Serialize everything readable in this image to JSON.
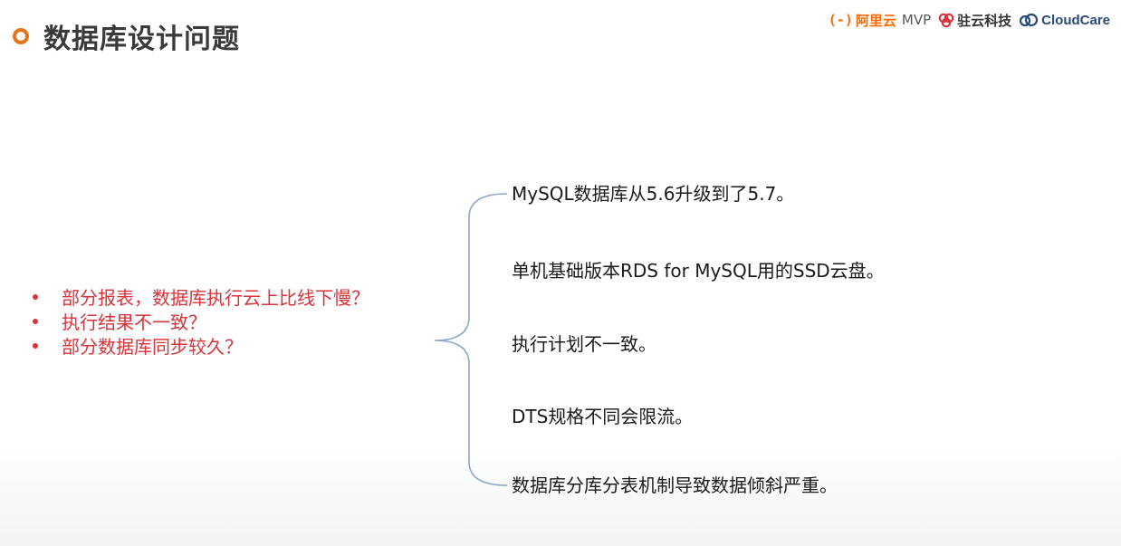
{
  "header": {
    "title": "数据库设计问题",
    "accent_color": "#e8731e"
  },
  "logos": {
    "aliyun": {
      "bracket": "(-)",
      "name": "阿里云",
      "suffix": "MVP",
      "color": "#ff6a00"
    },
    "zhuyun": {
      "name": "驻云科技",
      "color": "#d8333b"
    },
    "cloudcare": {
      "name": "CloudCare",
      "color": "#2a4a7a"
    }
  },
  "questions": {
    "color": "#d8333b",
    "items": [
      "部分报表，数据库执行云上比线下慢？",
      "执行结果不一致？",
      "部分数据库同步较久？"
    ]
  },
  "causes": {
    "items": [
      "MySQL数据库从5.6升级到了5.7。",
      "单机基础版本RDS for MySQL用的SSD云盘。",
      "执行计划不一致。",
      "DTS规格不同会限流。",
      "数据库分库分表机制导致数据倾斜严重。"
    ]
  }
}
